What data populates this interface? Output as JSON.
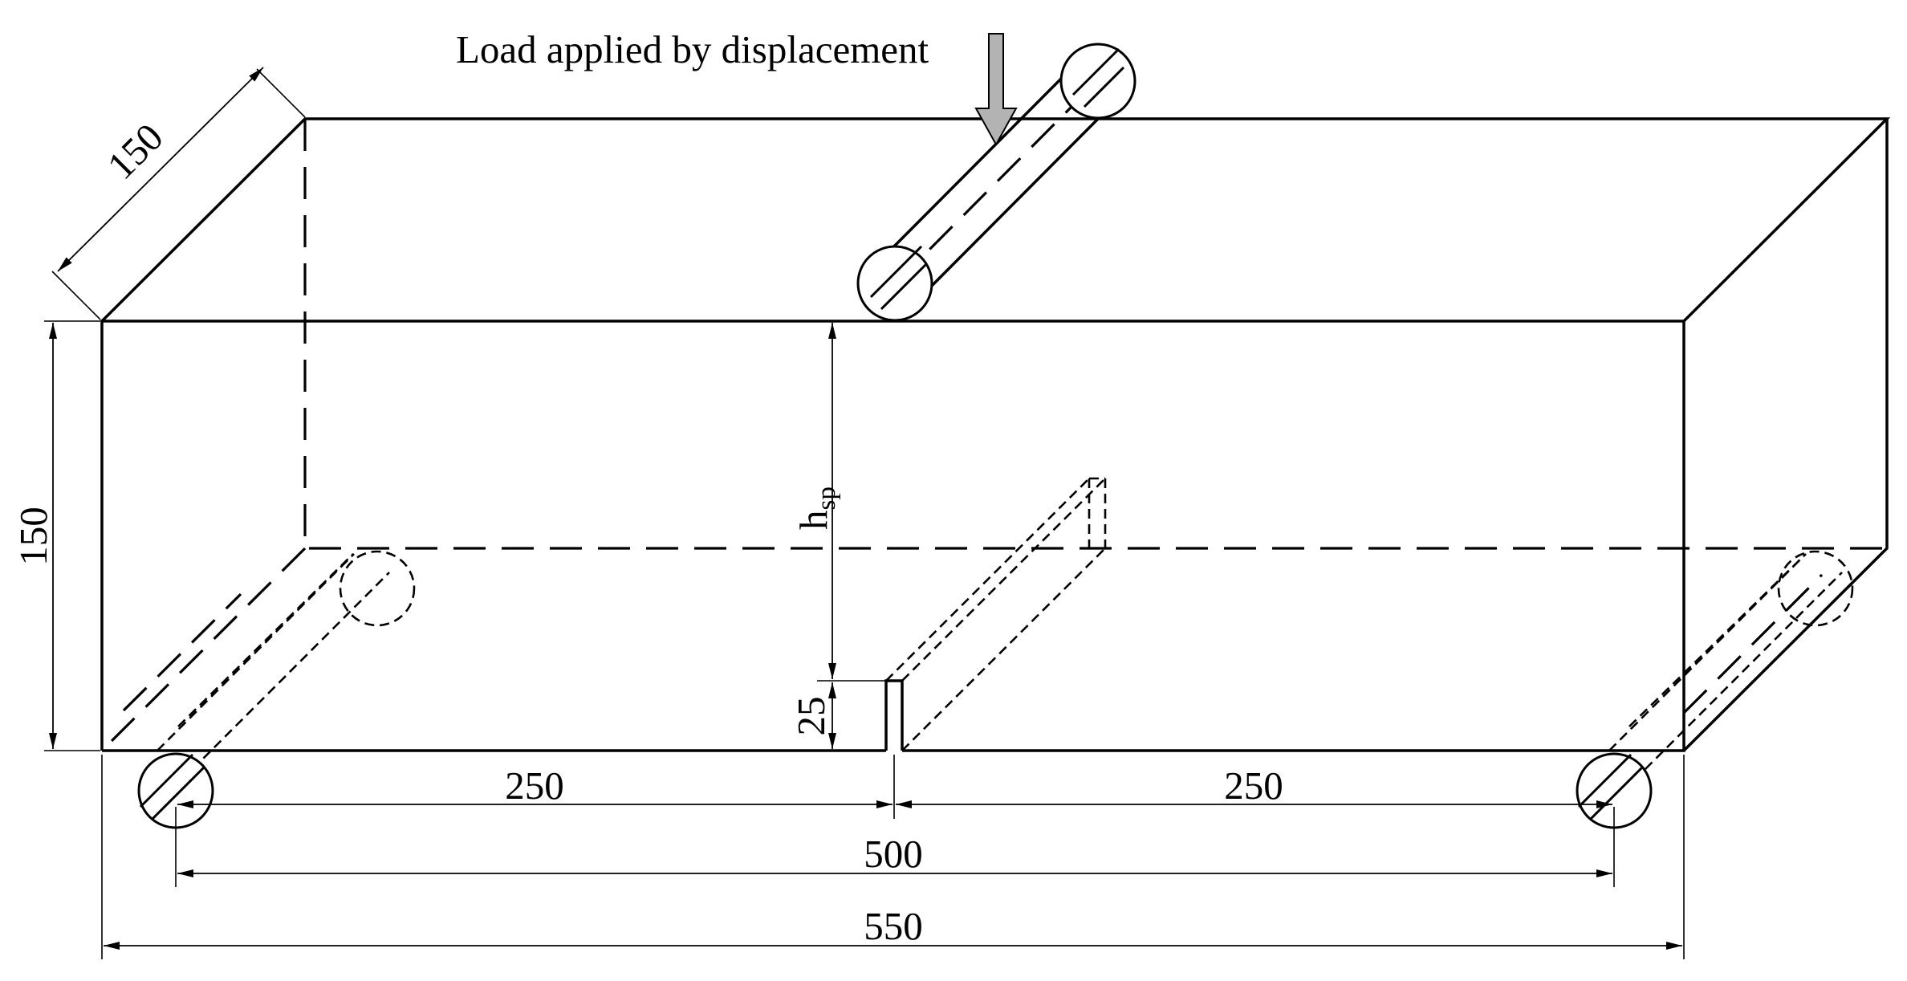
{
  "load_label": "Load applied by displacement",
  "dims": {
    "depth": "150",
    "height": "150",
    "half_span_left": "250",
    "half_span_right": "250",
    "span": "500",
    "length": "550",
    "notch": "25",
    "hsp_main": "h",
    "hsp_sub": "sp"
  },
  "colors": {
    "line": "#000000",
    "arrow_fill": "#b3b3b3",
    "background": "#ffffff"
  }
}
